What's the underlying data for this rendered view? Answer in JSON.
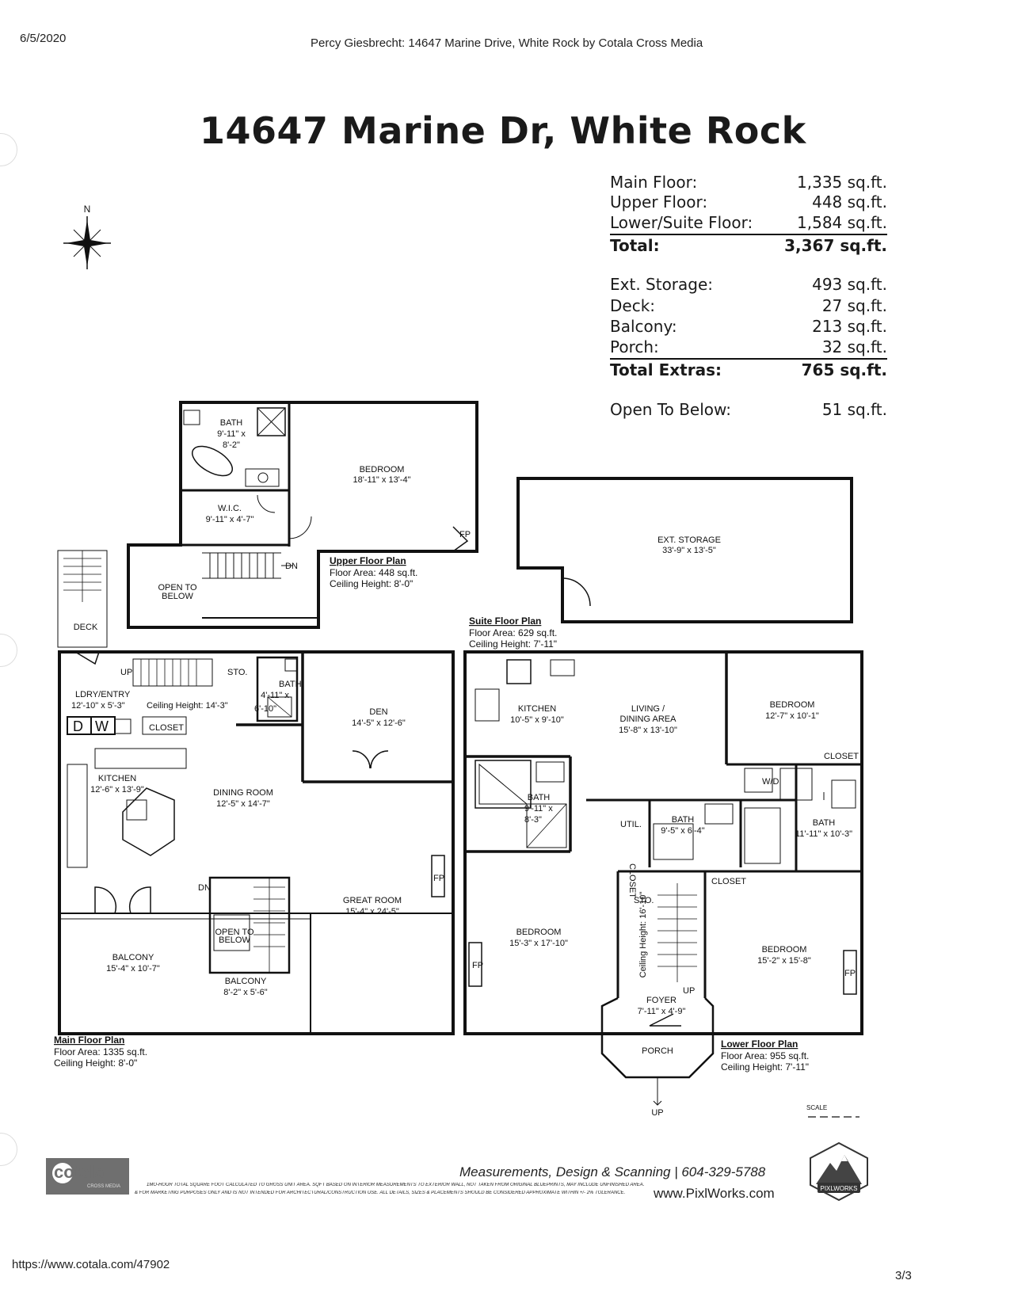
{
  "header": {
    "date": "6/5/2020",
    "source": "Percy Giesbrecht: 14647 Marine Drive, White Rock by Cotala Cross Media"
  },
  "title": "14647 Marine Dr, White Rock",
  "areas": {
    "main": [
      {
        "label": "Main Floor:",
        "value": "1,335 sq.ft."
      },
      {
        "label": "Upper Floor:",
        "value": "448 sq.ft."
      },
      {
        "label": "Lower/Suite Floor:",
        "value": "1,584 sq.ft."
      }
    ],
    "total": {
      "label": "Total:",
      "value": "3,367 sq.ft."
    },
    "extras": [
      {
        "label": "Ext. Storage:",
        "value": "493 sq.ft."
      },
      {
        "label": "Deck:",
        "value": "27 sq.ft."
      },
      {
        "label": "Balcony:",
        "value": "213 sq.ft."
      },
      {
        "label": "Porch:",
        "value": "32 sq.ft."
      }
    ],
    "total_extras": {
      "label": "Total Extras:",
      "value": "765 sq.ft."
    },
    "open_below": {
      "label": "Open To Below:",
      "value": "51 sq.ft."
    }
  },
  "compass": {
    "north": "N"
  },
  "plans": {
    "upper": {
      "title": "Upper Floor Plan",
      "area": "Floor Area: 448 sq.ft.",
      "ceiling": "Ceiling Height: 8'-0\"",
      "rooms": {
        "bath": "BATH",
        "bath_dim1": "9'-11\" x",
        "bath_dim2": "8'-2\"",
        "bedroom": "BEDROOM",
        "bedroom_dim": "18'-11\" x 13'-4\"",
        "wic": "W.I.C.",
        "wic_dim": "9'-11\" x 4'-7\"",
        "open1": "OPEN TO",
        "open2": "BELOW",
        "fp": "FP",
        "dn": "DN"
      }
    },
    "storage": {
      "name": "EXT. STORAGE",
      "dim": "33'-9\" x 13'-5\""
    },
    "suite": {
      "title": "Suite Floor Plan",
      "area": "Floor Area: 629 sq.ft.",
      "ceiling": "Ceiling Height: 7'-11\""
    },
    "main": {
      "title": "Main Floor Plan",
      "area": "Floor Area: 1335 sq.ft.",
      "ceiling": "Ceiling Height: 8'-0\"",
      "rooms": {
        "deck": "DECK",
        "up": "UP",
        "sto": "STO.",
        "bath": "BATH",
        "bath_dim1": "4'-11\" x",
        "bath_dim2": "6'-10\"",
        "ldry": "LDRY/ENTRY",
        "ldry_dim": "12'-10\" x 5'-3\"",
        "ceiling_note": "Ceiling Height: 14'-3\"",
        "den": "DEN",
        "den_dim": "14'-5\" x 12'-6\"",
        "closet": "CLOSET",
        "kitchen": "KITCHEN",
        "kitchen_dim": "12'-6\" x 13'-9\"",
        "dining": "DINING ROOM",
        "dining_dim": "12'-5\" x 14'-7\"",
        "great": "GREAT ROOM",
        "great_dim": "15'-4\" x 24'-5\"",
        "fp": "FP",
        "dn": "DN",
        "open1": "OPEN TO",
        "open2": "BELOW",
        "balcony1": "BALCONY",
        "balcony1_dim": "15'-4\" x 10'-7\"",
        "balcony2": "BALCONY",
        "balcony2_dim": "8'-2\" x 5'-6\"",
        "d": "D",
        "w": "W"
      }
    },
    "lower": {
      "title": "Lower Floor Plan",
      "area": "Floor Area: 955 sq.ft.",
      "ceiling": "Ceiling Height: 7'-11\"",
      "rooms": {
        "kitchen": "KITCHEN",
        "kitchen_dim": "10'-5\" x 9'-10\"",
        "living": "LIVING /",
        "living2": "DINING AREA",
        "living_dim": "15'-8\" x 13'-10\"",
        "bedroom1": "BEDROOM",
        "bedroom1_dim": "12'-7\" x 10'-1\"",
        "closet": "CLOSET",
        "wd": "W/D",
        "bath1": "BATH",
        "bath1_dim1": "9'-11\" x",
        "bath1_dim2": "8'-3\"",
        "util": "UTIL.",
        "bath2": "BATH",
        "bath2_dim": "9'-5\" x 6'-4\"",
        "bath3": "BATH",
        "bath3_dim": "11'-11\" x 10'-3\"",
        "closet2": "CLOSET",
        "closet3": "CLOSET",
        "sto": "STO.",
        "bedroom2": "BEDROOM",
        "bedroom2_dim": "15'-3\" x 17'-10\"",
        "ceiling_note": "Ceiling Height: 16'-10\"",
        "bedroom3": "BEDROOM",
        "bedroom3_dim": "15'-2\" x 15'-8\"",
        "fp": "FP",
        "fp2": "FP",
        "foyer": "FOYER",
        "foyer_dim": "7'-11\" x 4'-9\"",
        "up": "UP",
        "porch": "PORCH",
        "up2": "UP"
      }
    }
  },
  "scale": {
    "label": "SCALE"
  },
  "footer": {
    "company": "Measurements, Design & Scanning | 604-329-5788",
    "disclaimer1": "1MO-HOUR TOTAL SQUARE FOOT CALCULATED TO GROSS UNIT AREA. SQFT BASED ON INTERIOR MEASUREMENTS TO EXTERIOR WALL, NOT TAKEN FROM ORIGINAL BLUEPRINTS, MAY INCLUDE UNFINISHED AREA.",
    "disclaimer2": "& FOR MARKETING PURPOSES ONLY AND IS NOT INTENDED FOR ARCHITECTURAL/CONSTRUCTION USE. ALL DETAILS, SIZES & PLACEMENTS SHOULD BE CONSIDERED APPROXIMATE WITHIN +/- 2% TOLERANCE.",
    "website": "www.PixlWorks.com",
    "logo_left": "cotala",
    "logo_left_sub": "CROSS MEDIA",
    "logo_right": "PIXLWORKS"
  },
  "page_footer": {
    "url": "https://www.cotala.com/47902",
    "page": "3/3"
  }
}
